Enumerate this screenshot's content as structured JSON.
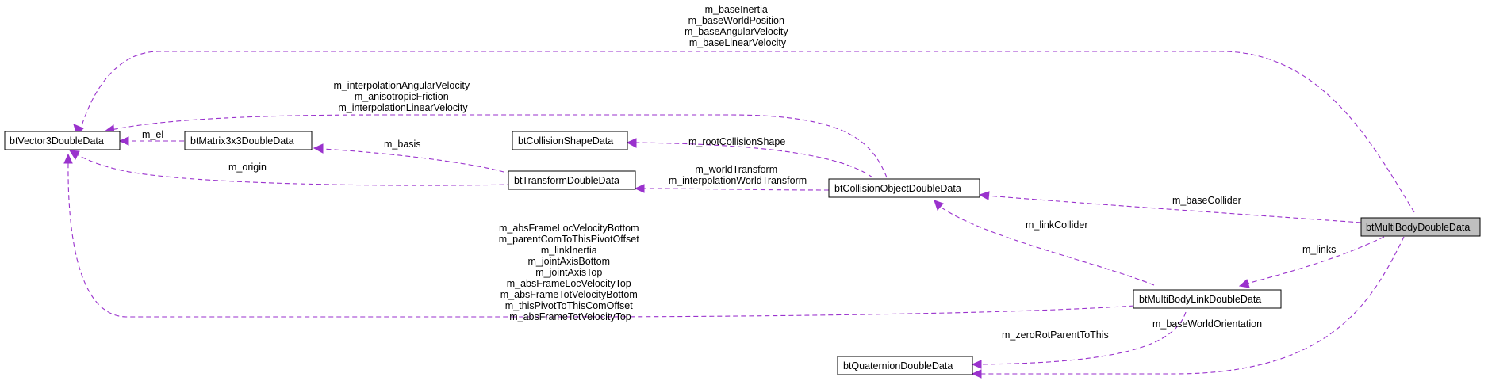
{
  "nodes": {
    "vector3": "btVector3DoubleData",
    "matrix3x3": "btMatrix3x3DoubleData",
    "collisionShape": "btCollisionShapeData",
    "transform": "btTransformDoubleData",
    "collisionObject": "btCollisionObjectDoubleData",
    "multiBody": "btMultiBodyDoubleData",
    "multiBodyLink": "btMultiBodyLinkDoubleData",
    "quaternion": "btQuaternionDoubleData"
  },
  "edges": {
    "multibody_to_vector3": [
      "m_baseInertia",
      "m_baseWorldPosition",
      "m_baseAngularVelocity",
      "m_baseLinearVelocity"
    ],
    "collisionobject_to_vector3": [
      "m_interpolationAngularVelocity",
      "m_anisotropicFriction",
      "m_interpolationLinearVelocity"
    ],
    "matrix_to_vector3": [
      "m_el"
    ],
    "transform_to_matrix": [
      "m_basis"
    ],
    "transform_to_vector3": [
      "m_origin"
    ],
    "collisionobject_to_shape": [
      "m_rootCollisionShape"
    ],
    "collisionobject_to_transform": [
      "m_worldTransform",
      "m_interpolationWorldTransform"
    ],
    "multibody_to_collisionobject": [
      "m_baseCollider"
    ],
    "link_to_collisionobject": [
      "m_linkCollider"
    ],
    "multibody_to_link": [
      "m_links"
    ],
    "link_to_vector3": [
      "m_absFrameLocVelocityBottom",
      "m_parentComToThisPivotOffset",
      "m_linkInertia",
      "m_jointAxisBottom",
      "m_jointAxisTop",
      "m_absFrameLocVelocityTop",
      "m_absFrameTotVelocityBottom",
      "m_thisPivotToThisComOffset",
      "m_absFrameTotVelocityTop"
    ],
    "link_to_quaternion": [
      "m_zeroRotParentToThis"
    ],
    "multibody_to_quaternion": [
      "m_baseWorldOrientation"
    ]
  },
  "colors": {
    "edge": "#9a32cd",
    "highlight_fill": "#bfbfbf",
    "node_border": "#000000"
  }
}
